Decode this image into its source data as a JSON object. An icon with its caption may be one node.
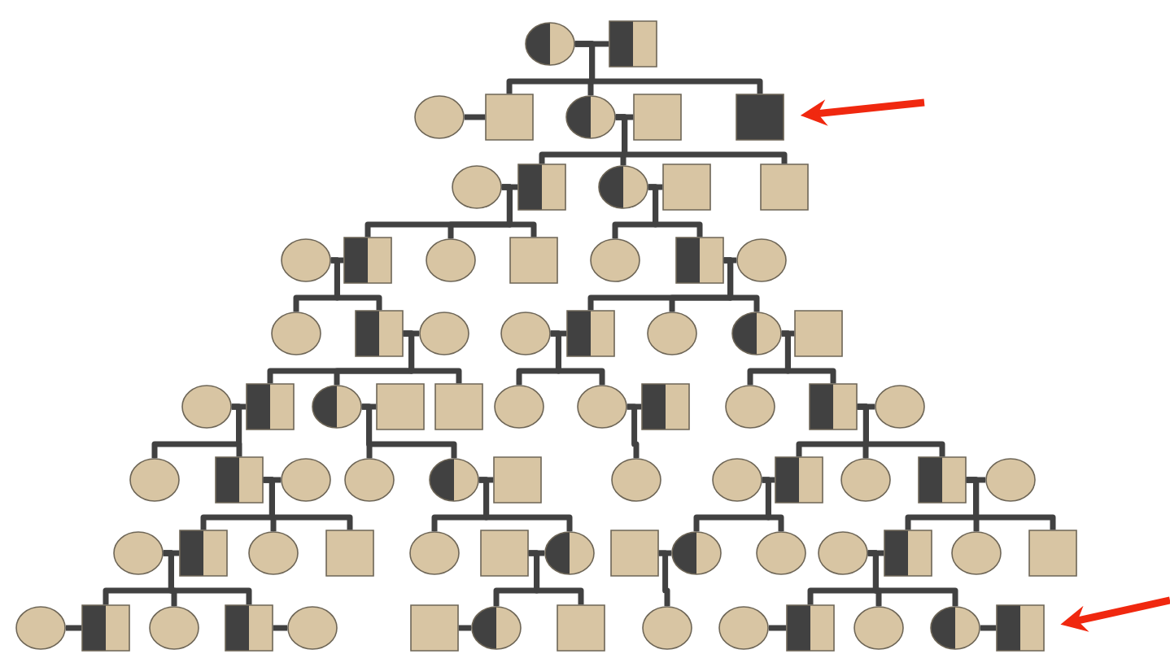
{
  "diagram": {
    "nodes": [
      {
        "text": [],
        "shape": "circle"
      },
      {
        "text": [],
        "shape": "box"
      },
      {
        "text": [],
        "shape": "circle"
      },
      {
        "text": [],
        "shape": "box"
      },
      {
        "text": [],
        "shape": "circle"
      },
      {
        "text": [],
        "shape": "box"
      },
      {
        "text": [],
        "shape": "box"
      },
      {
        "text": [],
        "shape": "circle"
      },
      {
        "text": [],
        "shape": "box"
      },
      {
        "text": [],
        "shape": "circle"
      },
      {
        "text": [],
        "shape": "box"
      },
      {
        "text": [],
        "shape": "box"
      },
      {
        "text": [],
        "shape": "circle"
      },
      {
        "text": [],
        "shape": "box"
      },
      {
        "text": [],
        "shape": "circle"
      },
      {
        "text": [],
        "shape": "box"
      },
      {
        "text": [],
        "shape": "circle"
      },
      {
        "text": [],
        "shape": "box"
      },
      {
        "text": [],
        "shape": "circle"
      },
      {
        "text": [],
        "shape": "circle"
      },
      {
        "text": [],
        "shape": "box"
      },
      {
        "text": [],
        "shape": "circle"
      },
      {
        "text": [],
        "shape": "circle"
      },
      {
        "text": [],
        "shape": "box"
      },
      {
        "text": [],
        "shape": "circle"
      },
      {
        "text": [],
        "shape": "circle"
      },
      {
        "text": [],
        "shape": "box"
      },
      {
        "text": [],
        "shape": "circle"
      },
      {
        "text": [],
        "shape": "box"
      },
      {
        "text": [],
        "shape": "circle"
      },
      {
        "text": [],
        "shape": "box"
      },
      {
        "text": [],
        "shape": "box"
      },
      {
        "text": [],
        "shape": "circle"
      },
      {
        "text": [],
        "shape": "circle"
      },
      {
        "text": [],
        "shape": "box"
      },
      {
        "text": [],
        "shape": "circle"
      },
      {
        "text": [],
        "shape": "box"
      },
      {
        "text": [],
        "shape": "circle"
      },
      {
        "text": [],
        "shape": "circle"
      },
      {
        "text": [],
        "shape": "box"
      },
      {
        "text": [],
        "shape": "circle"
      },
      {
        "text": [],
        "shape": "circle"
      },
      {
        "text": [],
        "shape": "circle"
      },
      {
        "text": [],
        "shape": "box"
      },
      {
        "text": [],
        "shape": "circle"
      },
      {
        "text": [],
        "shape": "circle"
      },
      {
        "text": [],
        "shape": "box"
      },
      {
        "text": [],
        "shape": "circle"
      },
      {
        "text": [],
        "shape": "box"
      },
      {
        "text": [],
        "shape": "circle"
      },
      {
        "text": [],
        "shape": "circle"
      },
      {
        "text": [],
        "shape": "box"
      },
      {
        "text": [],
        "shape": "circle"
      },
      {
        "text": [],
        "shape": "box"
      },
      {
        "text": [],
        "shape": "circle"
      },
      {
        "text": [],
        "shape": "box"
      },
      {
        "text": [],
        "shape": "circle"
      },
      {
        "text": [],
        "shape": "box"
      },
      {
        "text": [],
        "shape": "circle"
      },
      {
        "text": [],
        "shape": "circle"
      },
      {
        "text": [],
        "shape": "circle"
      },
      {
        "text": [],
        "shape": "box"
      },
      {
        "text": [],
        "shape": "circle"
      },
      {
        "text": [],
        "shape": "box"
      },
      {
        "text": [],
        "shape": "circle"
      },
      {
        "text": [],
        "shape": "box"
      },
      {
        "text": [],
        "shape": "circle"
      },
      {
        "text": [],
        "shape": "box"
      },
      {
        "text": [],
        "shape": "circle"
      },
      {
        "text": [],
        "shape": "box"
      },
      {
        "text": [],
        "shape": "circle"
      },
      {
        "text": [],
        "shape": "box"
      },
      {
        "text": [],
        "shape": "circle"
      },
      {
        "text": [],
        "shape": "circle"
      },
      {
        "text": [],
        "shape": "box"
      },
      {
        "text": [],
        "shape": "circle"
      },
      {
        "text": [],
        "shape": "circle"
      },
      {
        "text": [],
        "shape": "box"
      }
    ],
    "edges": [
      {
        "from": 0,
        "to": 1,
        "arrow": "none"
      },
      {
        "from": 0,
        "to": 3,
        "arrow": "none"
      },
      {
        "from": 0,
        "to": 4,
        "arrow": "none"
      },
      {
        "from": 0,
        "to": 6,
        "arrow": "none"
      },
      {
        "from": 2,
        "to": 3,
        "arrow": "none"
      },
      {
        "from": 4,
        "to": 5,
        "arrow": "none"
      },
      {
        "from": 4,
        "to": 8,
        "arrow": "none"
      },
      {
        "from": 4,
        "to": 9,
        "arrow": "none"
      },
      {
        "from": 4,
        "to": 11,
        "arrow": "none"
      },
      {
        "from": 7,
        "to": 8,
        "arrow": "none"
      },
      {
        "from": 7,
        "to": 13,
        "arrow": "none"
      },
      {
        "from": 7,
        "to": 14,
        "arrow": "none"
      },
      {
        "from": 7,
        "to": 15,
        "arrow": "none"
      },
      {
        "from": 9,
        "to": 10,
        "arrow": "none"
      },
      {
        "from": 9,
        "to": 16,
        "arrow": "none"
      },
      {
        "from": 9,
        "to": 17,
        "arrow": "none"
      },
      {
        "from": 12,
        "to": 13,
        "arrow": "none"
      },
      {
        "from": 12,
        "to": 19,
        "arrow": "none"
      },
      {
        "from": 12,
        "to": 20,
        "arrow": "none"
      },
      {
        "from": 17,
        "to": 18,
        "arrow": "none"
      },
      {
        "from": 17,
        "to": 23,
        "arrow": "none"
      },
      {
        "from": 17,
        "to": 24,
        "arrow": "none"
      },
      {
        "from": 17,
        "to": 25,
        "arrow": "none"
      },
      {
        "from": 20,
        "to": 21,
        "arrow": "none"
      },
      {
        "from": 20,
        "to": 28,
        "arrow": "none"
      },
      {
        "from": 20,
        "to": 29,
        "arrow": "none"
      },
      {
        "from": 20,
        "to": 31,
        "arrow": "none"
      },
      {
        "from": 22,
        "to": 23,
        "arrow": "none"
      },
      {
        "from": 22,
        "to": 32,
        "arrow": "none"
      },
      {
        "from": 22,
        "to": 33,
        "arrow": "none"
      },
      {
        "from": 25,
        "to": 26,
        "arrow": "none"
      },
      {
        "from": 25,
        "to": 35,
        "arrow": "none"
      },
      {
        "from": 25,
        "to": 36,
        "arrow": "none"
      },
      {
        "from": 27,
        "to": 28,
        "arrow": "none"
      },
      {
        "from": 27,
        "to": 38,
        "arrow": "none"
      },
      {
        "from": 27,
        "to": 39,
        "arrow": "none"
      },
      {
        "from": 29,
        "to": 30,
        "arrow": "none"
      },
      {
        "from": 29,
        "to": 41,
        "arrow": "none"
      },
      {
        "from": 29,
        "to": 42,
        "arrow": "none"
      },
      {
        "from": 33,
        "to": 34,
        "arrow": "none"
      },
      {
        "from": 33,
        "to": 44,
        "arrow": "none"
      },
      {
        "from": 36,
        "to": 37,
        "arrow": "none"
      },
      {
        "from": 36,
        "to": 46,
        "arrow": "none"
      },
      {
        "from": 36,
        "to": 47,
        "arrow": "none"
      },
      {
        "from": 36,
        "to": 48,
        "arrow": "none"
      },
      {
        "from": 39,
        "to": 40,
        "arrow": "none"
      },
      {
        "from": 39,
        "to": 51,
        "arrow": "none"
      },
      {
        "from": 39,
        "to": 52,
        "arrow": "none"
      },
      {
        "from": 39,
        "to": 53,
        "arrow": "none"
      },
      {
        "from": 42,
        "to": 43,
        "arrow": "none"
      },
      {
        "from": 42,
        "to": 54,
        "arrow": "none"
      },
      {
        "from": 42,
        "to": 56,
        "arrow": "none"
      },
      {
        "from": 45,
        "to": 46,
        "arrow": "none"
      },
      {
        "from": 45,
        "to": 58,
        "arrow": "none"
      },
      {
        "from": 45,
        "to": 59,
        "arrow": "none"
      },
      {
        "from": 48,
        "to": 49,
        "arrow": "none"
      },
      {
        "from": 48,
        "to": 61,
        "arrow": "none"
      },
      {
        "from": 48,
        "to": 62,
        "arrow": "none"
      },
      {
        "from": 48,
        "to": 63,
        "arrow": "none"
      },
      {
        "from": 50,
        "to": 51,
        "arrow": "none"
      },
      {
        "from": 50,
        "to": 65,
        "arrow": "none"
      },
      {
        "from": 50,
        "to": 66,
        "arrow": "none"
      },
      {
        "from": 50,
        "to": 67,
        "arrow": "none"
      },
      {
        "from": 55,
        "to": 56,
        "arrow": "none"
      },
      {
        "from": 55,
        "to": 70,
        "arrow": "none"
      },
      {
        "from": 55,
        "to": 71,
        "arrow": "none"
      },
      {
        "from": 57,
        "to": 58,
        "arrow": "none"
      },
      {
        "from": 57,
        "to": 72,
        "arrow": "none"
      },
      {
        "from": 60,
        "to": 61,
        "arrow": "none"
      },
      {
        "from": 60,
        "to": 74,
        "arrow": "none"
      },
      {
        "from": 60,
        "to": 75,
        "arrow": "none"
      },
      {
        "from": 60,
        "to": 76,
        "arrow": "none"
      },
      {
        "from": 64,
        "to": 65,
        "arrow": "none"
      },
      {
        "from": 67,
        "to": 68,
        "arrow": "none"
      },
      {
        "from": 69,
        "to": 70,
        "arrow": "none"
      },
      {
        "from": 73,
        "to": 74,
        "arrow": "none"
      },
      {
        "from": 76,
        "to": 77,
        "arrow": "none"
      },
      {
        "from": null,
        "to": 6,
        "arrow": "to",
        "color": "#f0280f"
      },
      {
        "from": null,
        "to": 77,
        "arrow": "to",
        "color": "#f0280f"
      }
    ]
  }
}
